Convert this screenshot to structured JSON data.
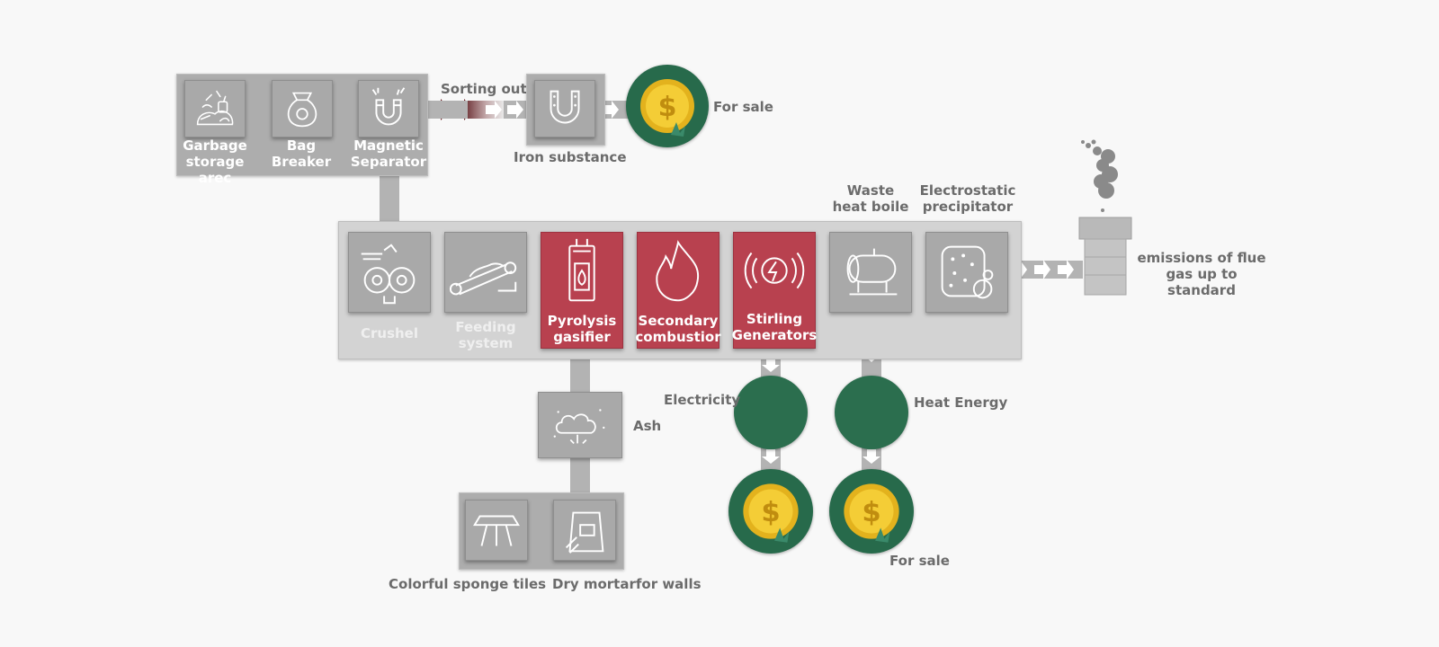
{
  "processing": {
    "garbage_storage": "Garbage\nstorage arec",
    "bag_breaker": "Bag\nBreaker",
    "magnetic_separator": "Magnetic\nSeparator",
    "crushel": "Crushel",
    "feeding_system": "Feeding\nsystem",
    "pyrolysis_gasifier": "Pyrolysis\ngasifier",
    "secondary_combustion": "Secondary\ncombustior",
    "stirling_generators": "Stirling\nGenerators"
  },
  "labels": {
    "sorting_out": "Sorting out",
    "iron_substance": "Iron substance",
    "for_sale_top": "For sale",
    "waste_heat_boiler": "Waste\nheat boile",
    "electrostatic_precipitator": "Electrostatic\nprecipitator",
    "emissions": "emissions of flue\ngas up to standard",
    "ash": "Ash",
    "electricity": "Electricity",
    "heat_energy": "Heat Energy",
    "for_sale_bottom": "For sale",
    "colorful_tiles": "Colorful sponge tiles",
    "dry_mortar": "Dry mortarfor walls"
  },
  "colors": {
    "accent_red": "#b8414f",
    "coin_green": "#276a4b",
    "arrow_dark": "#5e0f14",
    "tile_gray": "#a9a9a9",
    "panel_gray": "#d3d3d3",
    "text_gray": "#6b6b6b"
  },
  "icons": {
    "garbage": "garbage-pile-icon",
    "bag": "money-bag-icon",
    "magnet": "magnet-icon",
    "horseshoe": "horseshoe-icon",
    "coin": "gold-coin-icon",
    "crusher": "crusher-icon",
    "conveyor": "conveyor-icon",
    "gasifier": "gasifier-icon",
    "flame": "flame-icon",
    "lightning": "lightning-icon",
    "boiler": "boiler-tank-icon",
    "precipitator": "precipitator-icon",
    "chimney": "chimney-icon",
    "smoke": "smoke-icon",
    "ash": "ash-cloud-icon",
    "tiles": "tiles-icon",
    "mortar": "mortar-bag-icon"
  }
}
